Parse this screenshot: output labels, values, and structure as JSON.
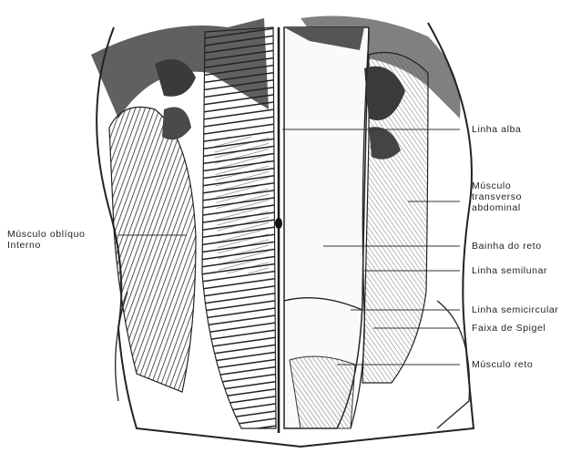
{
  "labels": {
    "linha_alba": "Linha alba",
    "musculo_transverso": [
      "Músculo",
      "transverso",
      "abdominal"
    ],
    "musculo_obliquo": [
      "Músculo oblíquo",
      "Interno"
    ],
    "bainha_reto": "Bainha do reto",
    "linha_semilunar": "Linha semilunar",
    "linha_semicircular": "Linha semicircular",
    "faixa_spigel": "Faixa de Spigel",
    "musculo_reto": "Músculo reto"
  },
  "colors": {
    "ink": "#1e1e1e",
    "paper": "#ffffff",
    "shade": "#3a3a3a"
  }
}
